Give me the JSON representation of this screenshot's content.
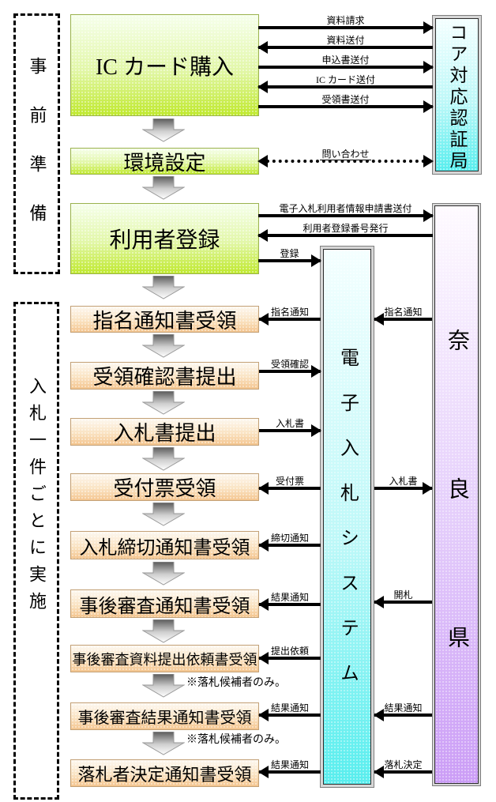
{
  "left_sections": [
    {
      "label": "事前準備"
    },
    {
      "label": "入札一件ごとに実施"
    }
  ],
  "flow": {
    "steps": [
      {
        "label": "IC カード購入",
        "type": "green"
      },
      {
        "label": "環境設定",
        "type": "green"
      },
      {
        "label": "利用者登録",
        "type": "green"
      },
      {
        "label": "指名通知書受領",
        "type": "orange"
      },
      {
        "label": "受領確認書提出",
        "type": "orange"
      },
      {
        "label": "入札書提出",
        "type": "orange"
      },
      {
        "label": "受付票受領",
        "type": "orange"
      },
      {
        "label": "入札締切通知書受領",
        "type": "orange"
      },
      {
        "label": "事後審査通知書受領",
        "type": "orange"
      },
      {
        "label": "事後審査資料提出依頼書受領",
        "type": "orange"
      },
      {
        "label": "事後審査結果通知書受領",
        "type": "orange"
      },
      {
        "label": "落札者決定通知書受領",
        "type": "orange"
      }
    ],
    "notes": [
      "※落札候補者のみ。",
      "※落札候補者のみ。"
    ]
  },
  "entities": {
    "core_ca": {
      "label": "コア対応認証局"
    },
    "ebid_system": {
      "label": "電子入札システム"
    },
    "nara_pref": {
      "label": "奈良県"
    }
  },
  "connectors": [
    {
      "label": "資料請求",
      "dir": "right",
      "style": "solid"
    },
    {
      "label": "資料送付",
      "dir": "left",
      "style": "solid"
    },
    {
      "label": "申込書送付",
      "dir": "right",
      "style": "solid"
    },
    {
      "label": "IC カード送付",
      "dir": "left",
      "style": "solid"
    },
    {
      "label": "受領書送付",
      "dir": "right",
      "style": "solid"
    },
    {
      "label": "問い合わせ",
      "dir": "both",
      "style": "dotted"
    },
    {
      "label": "電子入札利用者情報申請書送付",
      "dir": "right",
      "style": "solid"
    },
    {
      "label": "利用者登録番号発行",
      "dir": "left",
      "style": "solid"
    },
    {
      "label": "登録",
      "dir": "right",
      "style": "solid"
    },
    {
      "label": "指名通知",
      "dir": "left",
      "style": "solid"
    },
    {
      "label": "受領確認",
      "dir": "right",
      "style": "solid"
    },
    {
      "label": "入札書",
      "dir": "right",
      "style": "solid"
    },
    {
      "label": "受付票",
      "dir": "left",
      "style": "solid"
    },
    {
      "label": "締切通知",
      "dir": "left",
      "style": "solid"
    },
    {
      "label": "結果通知",
      "dir": "left",
      "style": "solid"
    },
    {
      "label": "提出依頼",
      "dir": "left",
      "style": "solid"
    },
    {
      "label": "結果通知",
      "dir": "left",
      "style": "solid"
    },
    {
      "label": "結果通知",
      "dir": "left",
      "style": "solid"
    },
    {
      "label": "指名通知",
      "dir": "left",
      "style": "solid"
    },
    {
      "label": "入札書",
      "dir": "right",
      "style": "solid"
    },
    {
      "label": "開札",
      "dir": "left",
      "style": "solid"
    },
    {
      "label": "結果通知",
      "dir": "left",
      "style": "solid"
    },
    {
      "label": "落札決定",
      "dir": "left",
      "style": "solid"
    }
  ],
  "colors": {
    "step_green_bottom": "#bfe92c",
    "step_orange_bottom": "#f4c58f",
    "entity_cyan_bottom": "#57eeee",
    "entity_purple_bottom": "#cb9df6",
    "arrow_black": "#000000",
    "down_arrow_gray": "#5a5a5a"
  }
}
